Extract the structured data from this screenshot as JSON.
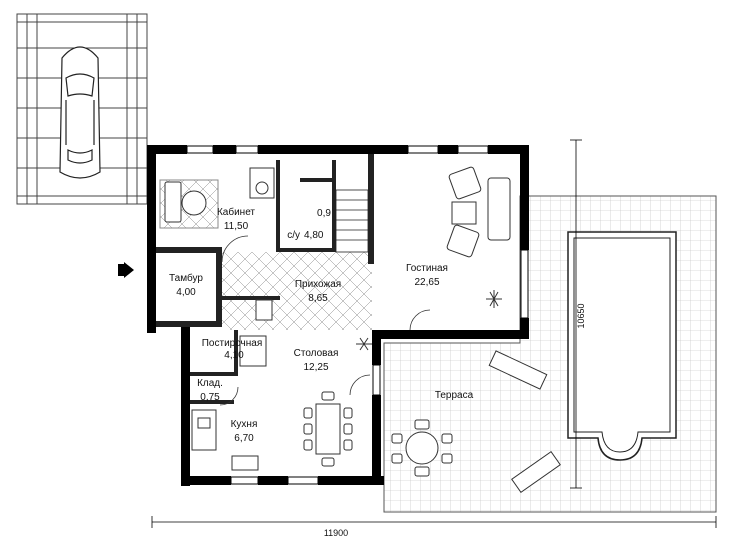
{
  "rooms": [
    {
      "name": "Кабинет",
      "area": "11,50"
    },
    {
      "name": "",
      "area": "0,9"
    },
    {
      "name": "с/у",
      "area": "4,80"
    },
    {
      "name": "Тамбур",
      "area": "4,00"
    },
    {
      "name": "Прихожая",
      "area": "8,65"
    },
    {
      "name": "Гостиная",
      "area": "22,65"
    },
    {
      "name": "Постирочная",
      "area": "4,10"
    },
    {
      "name": "Столовая",
      "area": "12,25"
    },
    {
      "name": "Клад.",
      "area": "0,75"
    },
    {
      "name": "Кухня",
      "area": "6,70"
    },
    {
      "name": "Терраса",
      "area": ""
    }
  ],
  "dimensions": {
    "width": "11900",
    "pool_length": "10650"
  },
  "colors": {
    "wall": "#000000",
    "line": "#333333",
    "hatch": "#999999",
    "tile": "#bbbbbb"
  }
}
